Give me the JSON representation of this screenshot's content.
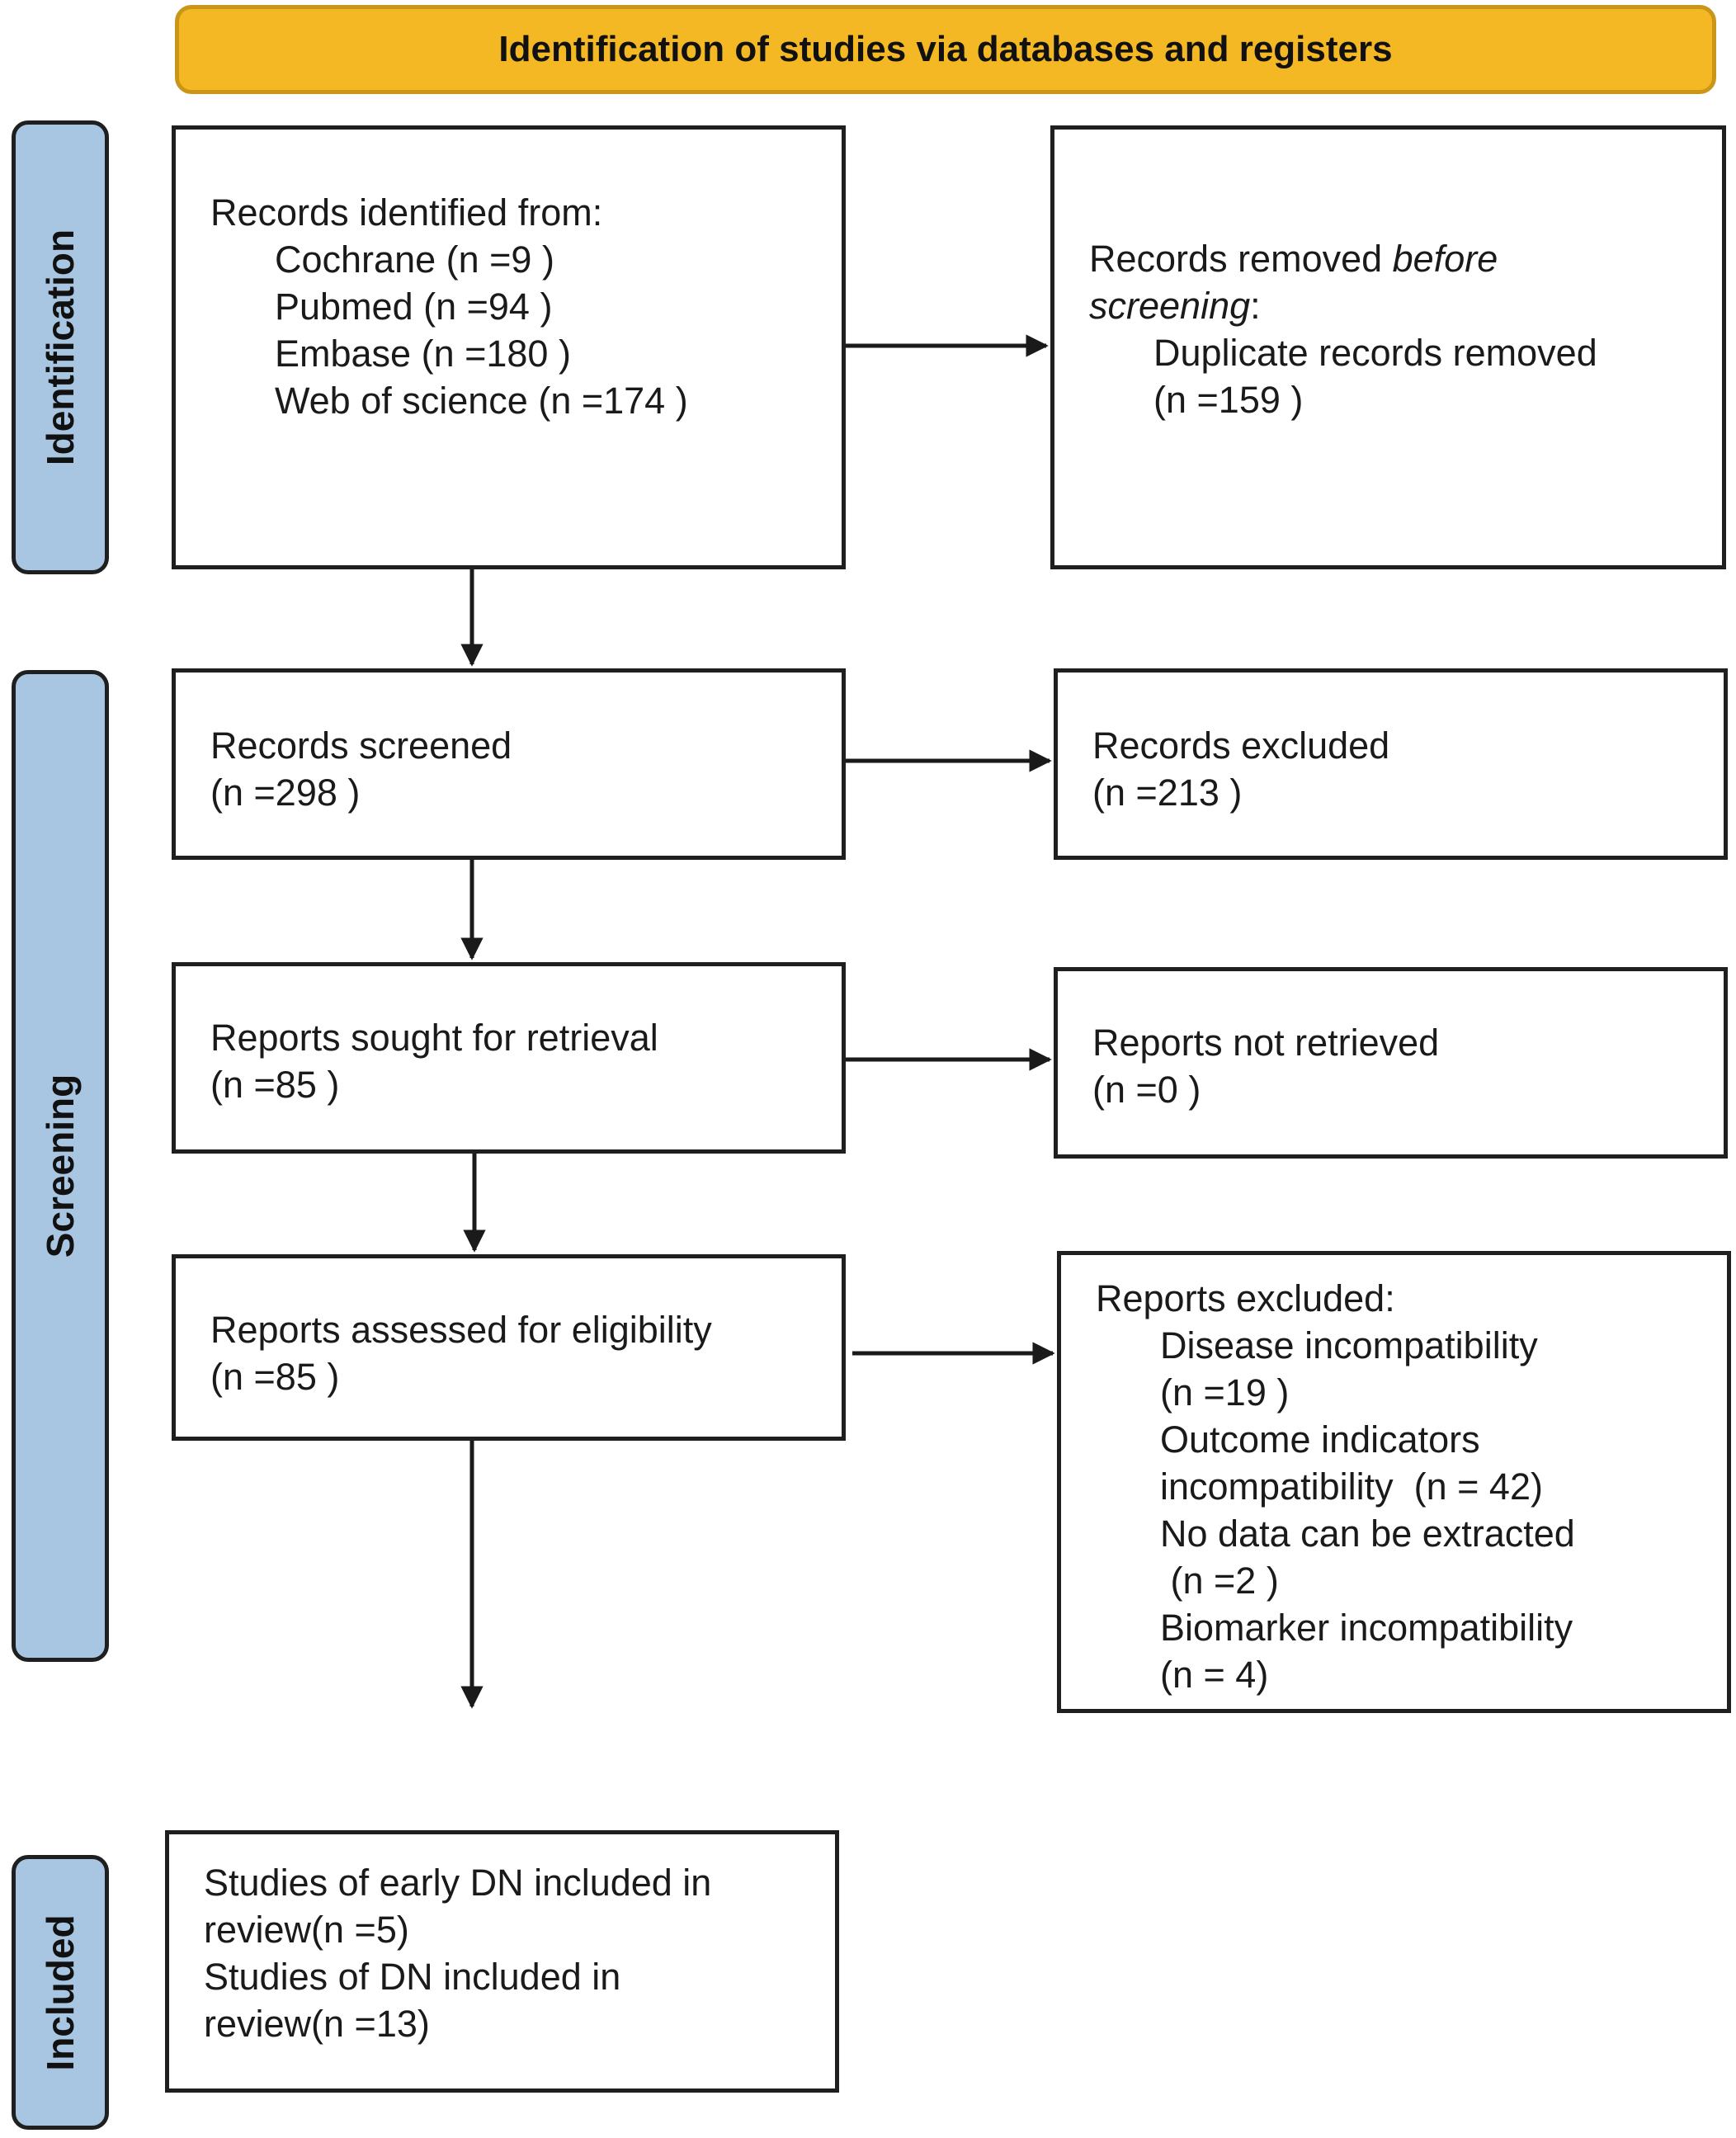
{
  "header": {
    "title": "Identification of studies via databases and registers"
  },
  "phases": {
    "identification": "Identification",
    "screening": "Screening",
    "included": "Included"
  },
  "boxes": {
    "records_identified": {
      "heading": "Records identified from:",
      "items": [
        "Cochrane (n =9 )",
        "Pubmed (n =94 )",
        "Embase (n =180 )",
        "Web of science (n =174 )"
      ]
    },
    "records_removed": {
      "line1_prefix": "Records removed ",
      "line1_italic": "before",
      "line2_italic": "screening",
      "line2_suffix": ":",
      "line3": "Duplicate records removed",
      "line4": "(n =159 )"
    },
    "records_screened": {
      "line1": "Records screened",
      "line2": "(n =298 )"
    },
    "records_excluded": {
      "line1": "Records excluded",
      "line2": "(n =213 )"
    },
    "reports_sought": {
      "line1": "Reports sought for retrieval",
      "line2": "(n =85 )"
    },
    "reports_not_retrieved": {
      "line1": "Reports not retrieved",
      "line2": "(n =0 )"
    },
    "reports_assessed": {
      "line1": "Reports assessed for eligibility",
      "line2": "(n =85 )"
    },
    "reports_excluded": {
      "heading": "Reports excluded:",
      "lines": [
        "Disease incompatibility",
        "(n =19 )",
        "Outcome indicators",
        "incompatibility  (n = 42)",
        "No data can be extracted",
        " (n =2 )",
        "Biomarker incompatibility",
        "(n = 4)"
      ]
    },
    "included_studies": {
      "lines": [
        "Studies of early DN included in",
        "review(n =5)",
        "Studies of DN included in",
        "review(n =13)"
      ]
    }
  }
}
